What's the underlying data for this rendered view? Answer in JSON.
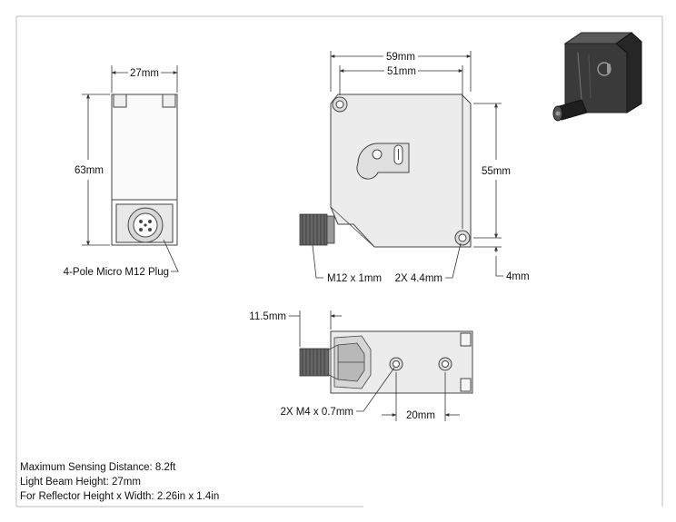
{
  "front_view": {
    "width_label": "27mm",
    "height_label": "63mm",
    "connector_label": "4-Pole Micro M12 Plug"
  },
  "side_view": {
    "overall_width_label": "59mm",
    "hole_spacing_label": "51mm",
    "height_label": "55mm",
    "hole_offset_label": "4mm",
    "thread_label": "M12 x 1mm",
    "mount_hole_label": "2X 4.4mm"
  },
  "bottom_view": {
    "connector_offset_label": "11.5mm",
    "tapped_hole_label": "2X M4 x 0.7mm",
    "tapped_spacing_label": "20mm"
  },
  "specs": {
    "sensing_distance": "Maximum Sensing Distance: 8.2ft",
    "beam_height": "Light Beam Height: 27mm",
    "reflector_size": "For Reflector Height x Width: 2.26in x 1.4in"
  },
  "colors": {
    "line": "#444444",
    "body_fill": "#ececec",
    "dark_fill": "#3a3a3a",
    "frame": "#bbbbbb"
  }
}
